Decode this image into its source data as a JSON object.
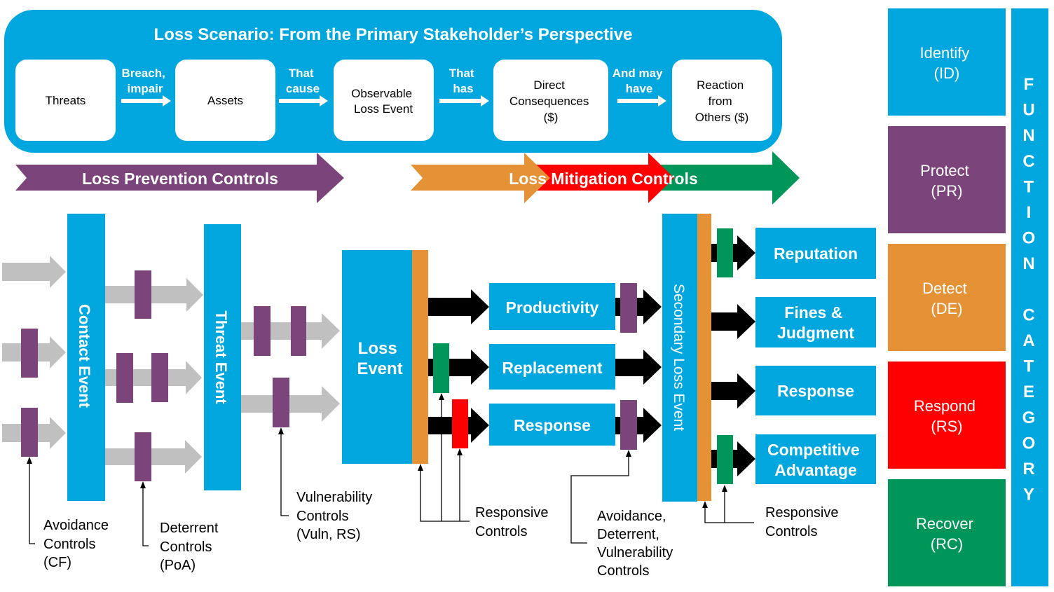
{
  "colors": {
    "blue": "#00a7de",
    "purple": "#7b447b",
    "orange": "#e59236",
    "red": "#ff0000",
    "green": "#00965a",
    "gray": "#c0c0c0",
    "black": "#000000"
  },
  "scenario": {
    "title": "Loss Scenario: From the Primary Stakeholder’s Perspective",
    "boxes": [
      {
        "lines": [
          "Threats"
        ]
      },
      {
        "lines": [
          "Assets"
        ]
      },
      {
        "lines": [
          "Observable",
          "Loss Event"
        ]
      },
      {
        "lines": [
          "Direct",
          "Consequences",
          "($)"
        ]
      },
      {
        "lines": [
          "Reaction",
          "from",
          "Others ($)"
        ]
      }
    ],
    "connectors": [
      {
        "lines": [
          "Breach,",
          "impair"
        ]
      },
      {
        "lines": [
          "That",
          "cause"
        ]
      },
      {
        "lines": [
          "That",
          "has"
        ]
      },
      {
        "lines": [
          "And may",
          "have"
        ]
      }
    ]
  },
  "banners": {
    "prevention": "Loss Prevention Controls",
    "mitigation": "Loss Mitigation Controls"
  },
  "events": {
    "contact": "Contact Event",
    "threat": "Threat Event",
    "loss": [
      "Loss",
      "Event"
    ],
    "secondary": "Secondary Loss Event"
  },
  "primary_outcomes": [
    "Productivity",
    "Replacement",
    "Response"
  ],
  "secondary_outcomes": [
    {
      "lines": [
        "Reputation"
      ]
    },
    {
      "lines": [
        "Fines &",
        "Judgment"
      ]
    },
    {
      "lines": [
        "Response"
      ]
    },
    {
      "lines": [
        "Competitive",
        "Advantage"
      ]
    }
  ],
  "annotations": {
    "avoidance": [
      "Avoidance",
      "Controls",
      "(CF)"
    ],
    "deterrent": [
      "Deterrent",
      "Controls",
      "(PoA)"
    ],
    "vulnerability": [
      "Vulnerability",
      "Controls",
      "(Vuln, RS)"
    ],
    "responsive_primary": [
      "Responsive",
      "Controls"
    ],
    "avoid_deter_vuln": [
      "Avoidance,",
      "Deterrent,",
      "Vulnerability",
      "Controls"
    ],
    "responsive_secondary": [
      "Responsive",
      "Controls"
    ]
  },
  "functions": [
    {
      "name": "Identify",
      "code": "(ID)",
      "color": "#00a7de"
    },
    {
      "name": "Protect",
      "code": "(PR)",
      "color": "#7b447b"
    },
    {
      "name": "Detect",
      "code": "(DE)",
      "color": "#e59236"
    },
    {
      "name": "Respond",
      "code": "(RS)",
      "color": "#ff0000"
    },
    {
      "name": "Recover",
      "code": "(RC)",
      "color": "#00965a"
    }
  ],
  "function_category_label": [
    "F",
    "U",
    "N",
    "C",
    "T",
    "I",
    "O",
    "N",
    "",
    "C",
    "A",
    "T",
    "E",
    "G",
    "O",
    "R",
    "Y"
  ]
}
